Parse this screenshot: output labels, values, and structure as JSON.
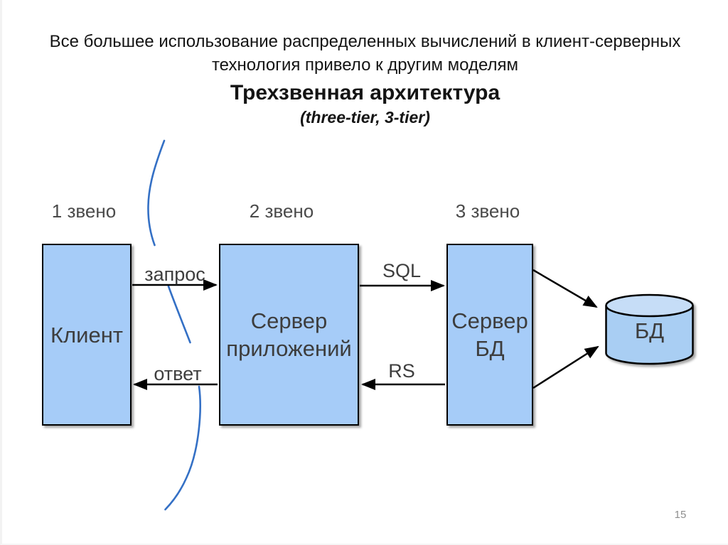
{
  "slide": {
    "title": {
      "line1": "Все большее использование распределенных вычислений в клиент-серверных",
      "line2": "технология привело к другим моделям",
      "heading": "Трехзвенная архитектура",
      "subheading": "(three-tier, 3-tier)"
    },
    "diagram": {
      "tiers": [
        {
          "label": "1 звено"
        },
        {
          "label": "2 звено"
        },
        {
          "label": "3 звено"
        }
      ],
      "nodes": {
        "client": {
          "label": "Клиент"
        },
        "app_server": {
          "line1": "Сервер",
          "line2": "приложений"
        },
        "db_server": {
          "line1": "Сервер",
          "line2": "БД"
        },
        "database": {
          "label": "БД"
        }
      },
      "edges": {
        "request": {
          "label": "запрос"
        },
        "response": {
          "label": "ответ"
        },
        "sql": {
          "label": "SQL"
        },
        "rs": {
          "label": "RS"
        }
      }
    },
    "page_number": "15",
    "colors": {
      "node_fill": "#a6ccf8",
      "cylinder_fill": "#a9cef3",
      "cylinder_top_fill": "#c6ddf7",
      "arc_blue": "#3470c5",
      "outline": "#000000",
      "diagram_text": "#3d3d3d",
      "title_text": "#141414",
      "page_number_text": "#8e8e8e"
    }
  }
}
